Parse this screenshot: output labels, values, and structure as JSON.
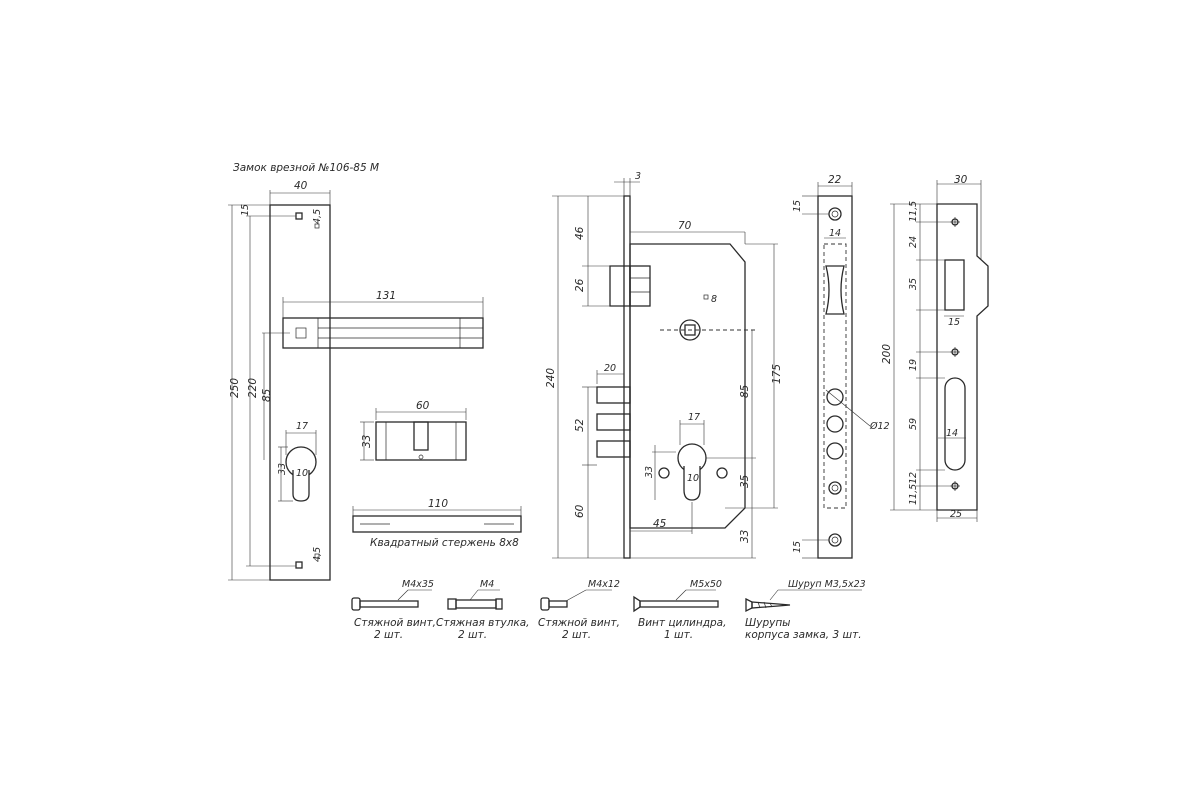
{
  "title": "Замок врезной №106-85 М",
  "handle_plate": {
    "dims": {
      "width": "40",
      "height_total": "250",
      "height_inner": "220",
      "axis": "85",
      "top_offset": "15",
      "top_hole": "4,5",
      "bottom_hole": "4,5",
      "cyl_width": "17",
      "cyl_height": "33",
      "cyl_dia": "10"
    },
    "lever_length": "131"
  },
  "cylinder": {
    "length": "60",
    "height": "33"
  },
  "square_bar": {
    "length": "110",
    "label": "Квадратный стержень 8х8"
  },
  "lock_body": {
    "dims": {
      "faceplate": "3",
      "width": "70",
      "total": "240",
      "body": "175",
      "d46": "46",
      "d26": "26",
      "d20": "20",
      "d52": "52",
      "d60": "60",
      "d8": "8",
      "d85": "85",
      "d17": "17",
      "d33": "33",
      "d10": "10",
      "d35": "35",
      "d45": "45",
      "d33b": "33"
    }
  },
  "front_plate": {
    "dims": {
      "width": "22",
      "top": "15",
      "window": "14",
      "hole": "Ø12",
      "bottom": "15"
    }
  },
  "strike_plate": {
    "dims": {
      "width": "30",
      "d11_5a": "11,5",
      "d24": "24",
      "d35": "35",
      "d15": "15",
      "d200": "200",
      "d19": "19",
      "d59": "59",
      "d14": "14",
      "d12": "12",
      "d11_5b": "11,5",
      "d25": "25"
    }
  },
  "parts": [
    {
      "spec": "М4х35",
      "label1": "Стяжной винт,",
      "label2": "2 шт."
    },
    {
      "spec": "М4",
      "label1": "Стяжная втулка,",
      "label2": "2 шт."
    },
    {
      "spec": "М4х12",
      "label1": "Стяжной винт,",
      "label2": "2 шт."
    },
    {
      "spec": "М5х50",
      "label1": "Винт цилиндра,",
      "label2": "1 шт."
    },
    {
      "spec": "Шуруп М3,5х23",
      "label1": "Шурупы",
      "label2": "корпуса замка, 3 шт."
    }
  ]
}
